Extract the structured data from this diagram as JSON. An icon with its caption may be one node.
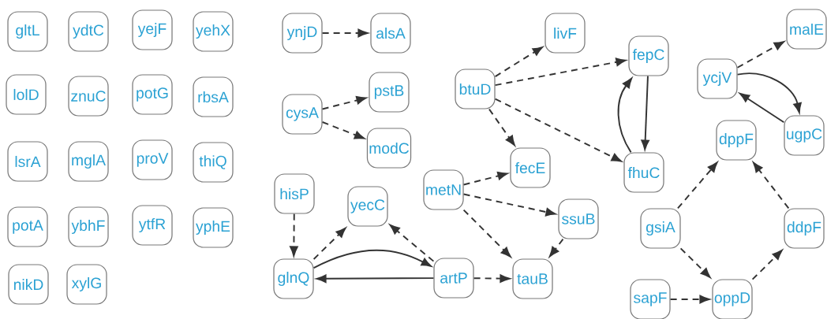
{
  "diagram": {
    "nodes": [
      {
        "text": [
          "gltL"
        ]
      },
      {
        "text": [
          "ydtC"
        ]
      },
      {
        "text": [
          "yejF"
        ]
      },
      {
        "text": [
          "yehX"
        ]
      },
      {
        "text": [
          "lolD"
        ]
      },
      {
        "text": [
          "znuC"
        ]
      },
      {
        "text": [
          "potG"
        ]
      },
      {
        "text": [
          "rbsA"
        ]
      },
      {
        "text": [
          "lsrA"
        ]
      },
      {
        "text": [
          "mglA"
        ]
      },
      {
        "text": [
          "proV"
        ]
      },
      {
        "text": [
          "thiQ"
        ]
      },
      {
        "text": [
          "potA"
        ]
      },
      {
        "text": [
          "ybhF"
        ]
      },
      {
        "text": [
          "ytfR"
        ]
      },
      {
        "text": [
          "yphE"
        ]
      },
      {
        "text": [
          "nikD"
        ]
      },
      {
        "text": [
          "xylG"
        ]
      },
      {
        "text": [
          "ynjD"
        ]
      },
      {
        "text": [
          "alsA"
        ]
      },
      {
        "text": [
          "livF"
        ]
      },
      {
        "text": [
          "fepC"
        ]
      },
      {
        "text": [
          "malE"
        ]
      },
      {
        "text": [
          "ycjV"
        ]
      },
      {
        "text": [
          "btuD"
        ]
      },
      {
        "text": [
          "pstB"
        ]
      },
      {
        "text": [
          "cysA"
        ]
      },
      {
        "text": [
          "ugpC"
        ]
      },
      {
        "text": [
          "modC"
        ]
      },
      {
        "text": [
          "dppF"
        ]
      },
      {
        "text": [
          "fecE"
        ]
      },
      {
        "text": [
          "fhuC"
        ]
      },
      {
        "text": [
          "metN"
        ]
      },
      {
        "text": [
          "hisP"
        ]
      },
      {
        "text": [
          "yecC"
        ]
      },
      {
        "text": [
          "ssuB"
        ]
      },
      {
        "text": [
          "gsiA"
        ]
      },
      {
        "text": [
          "ddpF"
        ]
      },
      {
        "text": [
          "glnQ"
        ]
      },
      {
        "text": [
          "artP"
        ]
      },
      {
        "text": [
          "tauB"
        ]
      },
      {
        "text": [
          "sapF"
        ]
      },
      {
        "text": [
          "oppD"
        ]
      }
    ],
    "edges": [
      {
        "from": 18,
        "to": 19,
        "arrow": "to",
        "style": "dashed"
      },
      {
        "from": 26,
        "to": 25,
        "arrow": "to",
        "style": "dashed"
      },
      {
        "from": 26,
        "to": 28,
        "arrow": "to",
        "style": "dashed"
      },
      {
        "from": 24,
        "to": 20,
        "arrow": "to",
        "style": "dashed"
      },
      {
        "from": 24,
        "to": 21,
        "arrow": "to",
        "style": "dashed"
      },
      {
        "from": 24,
        "to": 30,
        "arrow": "to",
        "style": "dashed"
      },
      {
        "from": 24,
        "to": 31,
        "arrow": "to",
        "style": "dashed"
      },
      {
        "from": 21,
        "to": 31,
        "arrow": "to"
      },
      {
        "from": 31,
        "to": 21,
        "arrow": "to"
      },
      {
        "from": 23,
        "to": 22,
        "arrow": "to",
        "style": "dashed"
      },
      {
        "from": 23,
        "to": 27,
        "arrow": "to"
      },
      {
        "from": 27,
        "to": 23,
        "arrow": "to"
      },
      {
        "from": 32,
        "to": 30,
        "arrow": "to",
        "style": "dashed"
      },
      {
        "from": 32,
        "to": 35,
        "arrow": "to",
        "style": "dashed"
      },
      {
        "from": 32,
        "to": 40,
        "arrow": "to",
        "style": "dashed"
      },
      {
        "from": 35,
        "to": 40,
        "arrow": "to",
        "style": "dashed"
      },
      {
        "from": 33,
        "to": 38,
        "arrow": "to",
        "style": "dashed"
      },
      {
        "from": 38,
        "to": 34,
        "arrow": "to",
        "style": "dashed"
      },
      {
        "from": 39,
        "to": 34,
        "arrow": "to",
        "style": "dashed"
      },
      {
        "from": 38,
        "to": 39,
        "arrow": "to"
      },
      {
        "from": 39,
        "to": 38,
        "arrow": "to"
      },
      {
        "from": 39,
        "to": 40,
        "arrow": "to",
        "style": "dashed"
      },
      {
        "from": 36,
        "to": 29,
        "arrow": "to",
        "style": "dashed"
      },
      {
        "from": 36,
        "to": 42,
        "arrow": "to",
        "style": "dashed"
      },
      {
        "from": 37,
        "to": 29,
        "arrow": "to",
        "style": "dashed"
      },
      {
        "from": 42,
        "to": 37,
        "arrow": "to",
        "style": "dashed"
      },
      {
        "from": 41,
        "to": 42,
        "arrow": "to",
        "style": "dashed"
      }
    ]
  }
}
